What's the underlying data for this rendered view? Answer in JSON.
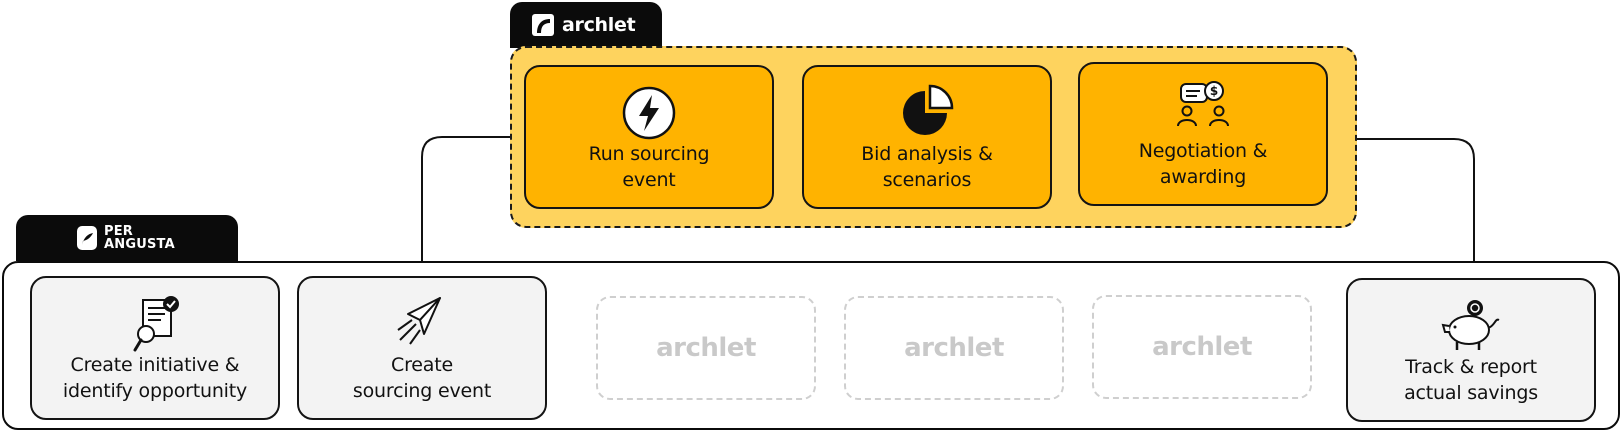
{
  "brands": {
    "archlet": "archlet",
    "per_angusta_line1": "PER",
    "per_angusta_line2": "ANGUSTA"
  },
  "archlet_steps": [
    {
      "label_line1": "Run sourcing",
      "label_line2": "event",
      "icon": "lightning-icon"
    },
    {
      "label_line1": "Bid analysis &",
      "label_line2": "scenarios",
      "icon": "pie-chart-icon"
    },
    {
      "label_line1": "Negotiation &",
      "label_line2": "awarding",
      "icon": "negotiation-icon"
    }
  ],
  "per_angusta_steps": [
    {
      "label_line1": "Create initiative &",
      "label_line2": "identify opportunity",
      "icon": "document-search-icon"
    },
    {
      "label_line1": "Create",
      "label_line2": "sourcing event",
      "icon": "paper-plane-icon"
    },
    {
      "label_line1": "Track & report",
      "label_line2": "actual savings",
      "icon": "piggy-bank-icon"
    }
  ],
  "placeholders": [
    "archlet",
    "archlet",
    "archlet"
  ],
  "colors": {
    "archlet_orange": "#ffb300",
    "archlet_group_bg": "#fed35e",
    "card_grey": "#f3f3f3",
    "ghost_text": "#c9c9c9",
    "tab_black": "#0b0b0b"
  }
}
